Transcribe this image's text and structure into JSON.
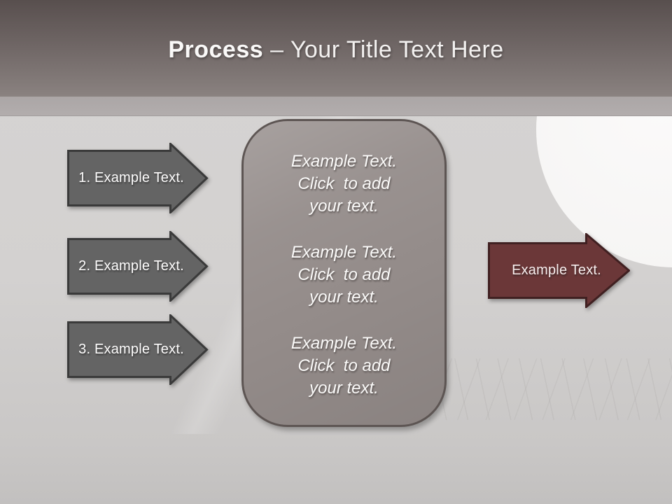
{
  "header": {
    "title_bold": "Process",
    "title_separator": " – ",
    "title_rest": "Your Title Text Here"
  },
  "process_steps": [
    {
      "label": "1. Example Text."
    },
    {
      "label": "2. Example Text."
    },
    {
      "label": "3. Example Text."
    }
  ],
  "center_panel": {
    "blocks": [
      {
        "lines": [
          "Example Text.",
          "Click  to add",
          "your text."
        ]
      },
      {
        "lines": [
          "Example Text.",
          "Click  to add",
          "your text."
        ]
      },
      {
        "lines": [
          "Example Text.",
          "Click  to add",
          "your text."
        ]
      }
    ]
  },
  "result_arrow": {
    "label": "Example Text."
  },
  "colors": {
    "header_top": "#584f4e",
    "header_bottom": "#8a8280",
    "divider_band": "#b2adad",
    "background": "#d4d2d1",
    "step_arrow_fill": "#646464",
    "step_arrow_border": "#3a3a3a",
    "panel_fill": "#948c8a",
    "panel_border": "#5d5553",
    "result_arrow_fill": "#6b3738",
    "result_arrow_border": "#402021",
    "accent_circle": "#f6f5f4"
  }
}
